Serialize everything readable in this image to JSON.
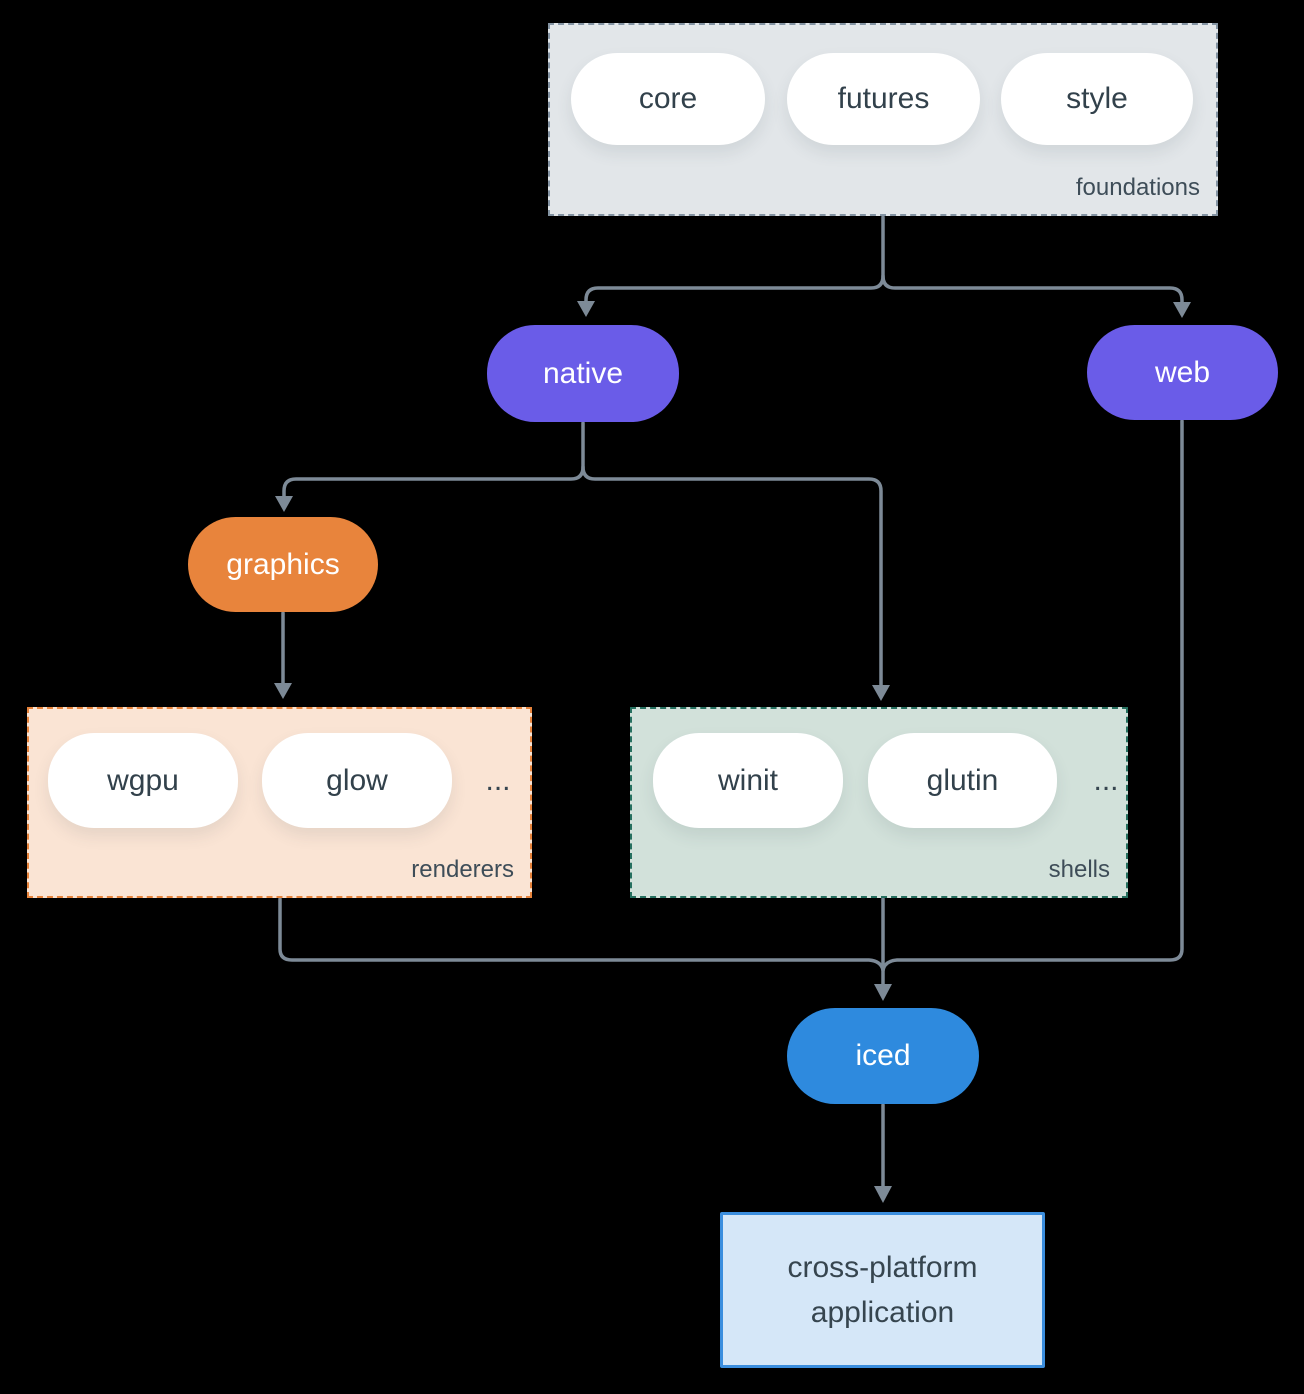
{
  "groups": {
    "foundations": {
      "label": "foundations",
      "pills": [
        "core",
        "futures",
        "style"
      ]
    },
    "renderers": {
      "label": "renderers",
      "pills": [
        "wgpu",
        "glow"
      ],
      "ellipsis": "..."
    },
    "shells": {
      "label": "shells",
      "pills": [
        "winit",
        "glutin"
      ],
      "ellipsis": "..."
    }
  },
  "nodes": {
    "native": {
      "label": "native",
      "color": "#6a5ce8"
    },
    "web": {
      "label": "web",
      "color": "#6a5ce8"
    },
    "graphics": {
      "label": "graphics",
      "color": "#e8843c"
    },
    "iced": {
      "label": "iced",
      "color": "#2e8ade"
    },
    "application": {
      "lines": [
        "cross-platform",
        "application"
      ],
      "color": "#d5e7f8"
    }
  },
  "edges": [
    {
      "from": "foundations",
      "to": "native"
    },
    {
      "from": "foundations",
      "to": "web"
    },
    {
      "from": "native",
      "to": "graphics"
    },
    {
      "from": "native",
      "to": "shells"
    },
    {
      "from": "graphics",
      "to": "renderers"
    },
    {
      "from": "renderers",
      "to": "iced"
    },
    {
      "from": "shells",
      "to": "iced"
    },
    {
      "from": "web",
      "to": "iced"
    },
    {
      "from": "iced",
      "to": "application"
    }
  ],
  "colors": {
    "background": "#000000",
    "arrow": "#7d8a97",
    "foundations_bg": "#e2e6e9",
    "foundations_border": "#8494a3",
    "renderers_bg": "#fae4d4",
    "renderers_border": "#e8843c",
    "shells_bg": "#d2e1da",
    "shells_border": "#26705f",
    "application_border": "#3b8ede",
    "pill_text_dark": "#32414b",
    "pill_text_light": "#ffffff"
  }
}
